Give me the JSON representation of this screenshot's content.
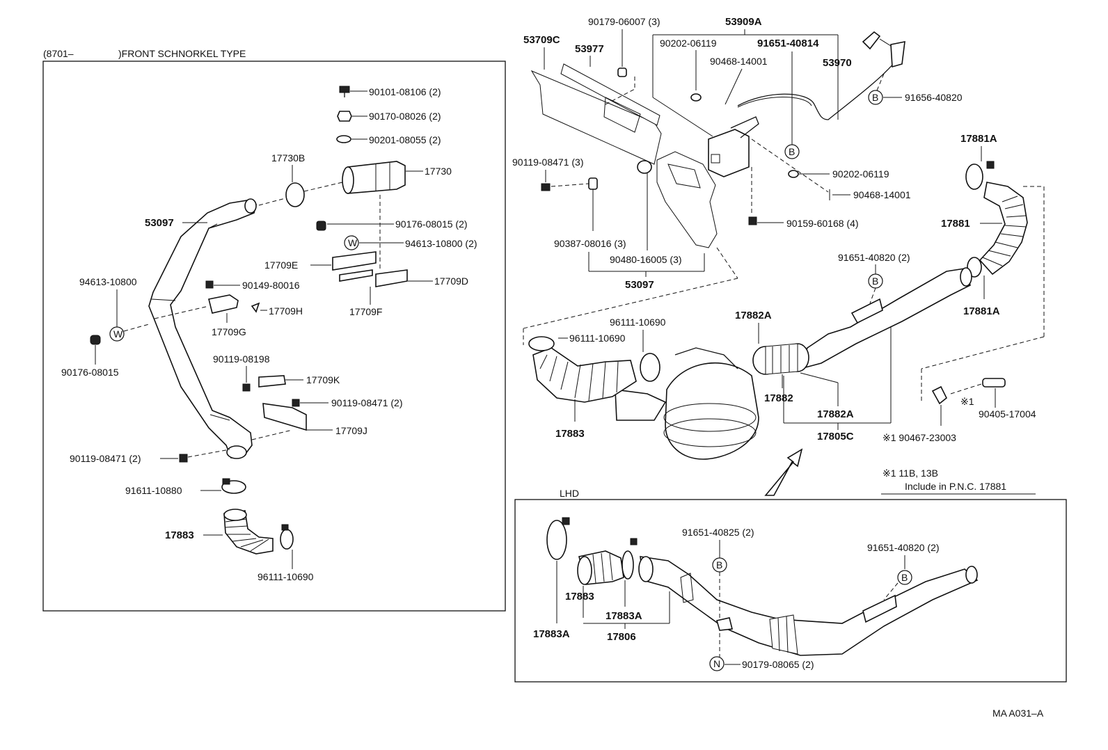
{
  "header": {
    "range": "(8701–",
    "type_label": ")FRONT SCHNORKEL TYPE"
  },
  "lhd_label": "LHD",
  "footer_code": "MA A031–A",
  "note": {
    "line1": "※1 11B, 13B",
    "line2": "Include in P.N.C. 17881"
  },
  "left_box": {
    "p1": "90101-08106 (2)",
    "p2": "90170-08026 (2)",
    "p3": "90201-08055 (2)",
    "p4": "17730B",
    "p5": "17730",
    "p6": "53097",
    "p7": "90176-08015 (2)",
    "p8": "94613-10800 (2)",
    "p9": "17709E",
    "p10": "17709D",
    "p11": "94613-10800",
    "p12": "90149-80016",
    "p13": "17709H",
    "p14": "17709G",
    "p15": "17709F",
    "p16": "90176-08015",
    "p17": "90119-08198",
    "p18": "17709K",
    "p19": "90119-08471 (2)",
    "p20": "17709J",
    "p21": "90119-08471 (2)",
    "p22": "91611-10880",
    "p23": "17883",
    "p24": "96111-10690",
    "w1": "W",
    "w2": "W"
  },
  "top_right": {
    "q1": "90179-06007 (3)",
    "q2": "53909A",
    "q3": "53709C",
    "q4": "53977",
    "q5": "90202-06119",
    "q6": "91651-40814",
    "q7": "90468-14001",
    "q8": "53970",
    "q9": "91656-40820",
    "q10": "90119-08471 (3)",
    "q11": "90202-06119",
    "q12": "90468-14001",
    "q13": "90159-60168 (4)",
    "q14": "90387-08016 (3)",
    "q15": "90480-16005 (3)",
    "q16": "53097",
    "b1": "B",
    "b2": "B"
  },
  "mid_right": {
    "r1": "17881A",
    "r2": "17881",
    "r3": "91651-40820 (2)",
    "r4": "17881A",
    "r5": "96111-10690",
    "r6": "96111-10690",
    "r7": "17882A",
    "r8": "17882",
    "r9": "17882A",
    "r10": "17805C",
    "r11": "17883",
    "r12": "※1",
    "r13": "90405-17004",
    "r14": "※1 90467-23003",
    "b3": "B"
  },
  "lhd_box": {
    "s1": "91651-40825 (2)",
    "s2": "91651-40820 (2)",
    "s3": "17883",
    "s4": "17883A",
    "s5": "17883A",
    "s6": "17806",
    "s7": "90179-08065 (2)",
    "b4": "B",
    "b5": "B",
    "n1": "N"
  }
}
